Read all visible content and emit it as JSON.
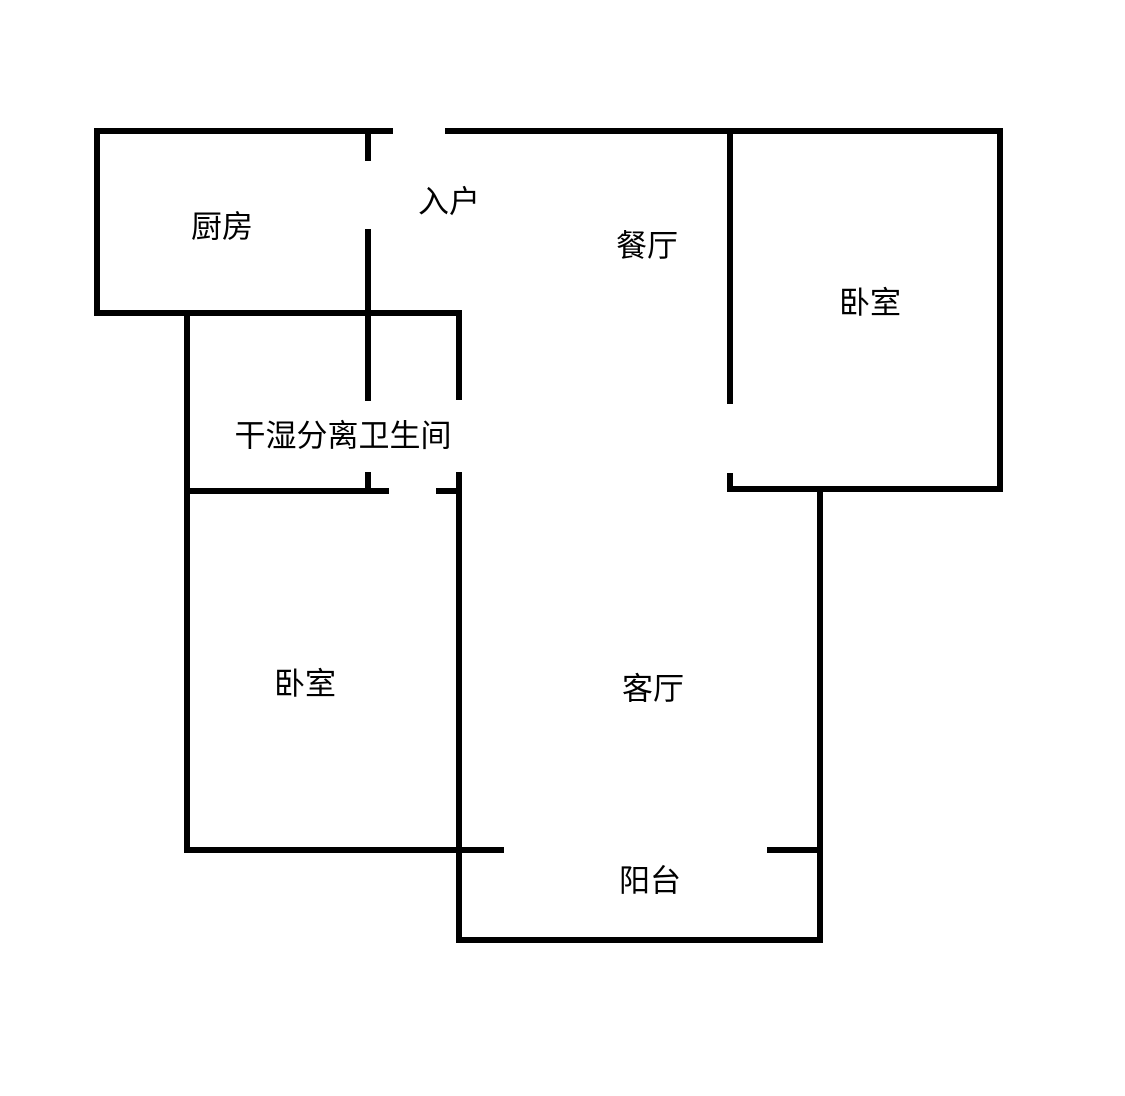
{
  "title": "Floor plan",
  "rooms": {
    "kitchen": "厨房",
    "entrance": "入户",
    "dining": "餐厅",
    "bedroom_east": "卧室",
    "bathroom": "干湿分离卫生间",
    "bedroom_west": "卧室",
    "living": "客厅",
    "balcony": "阳台"
  },
  "colors": {
    "wall": "#000000",
    "background": "#ffffff"
  }
}
